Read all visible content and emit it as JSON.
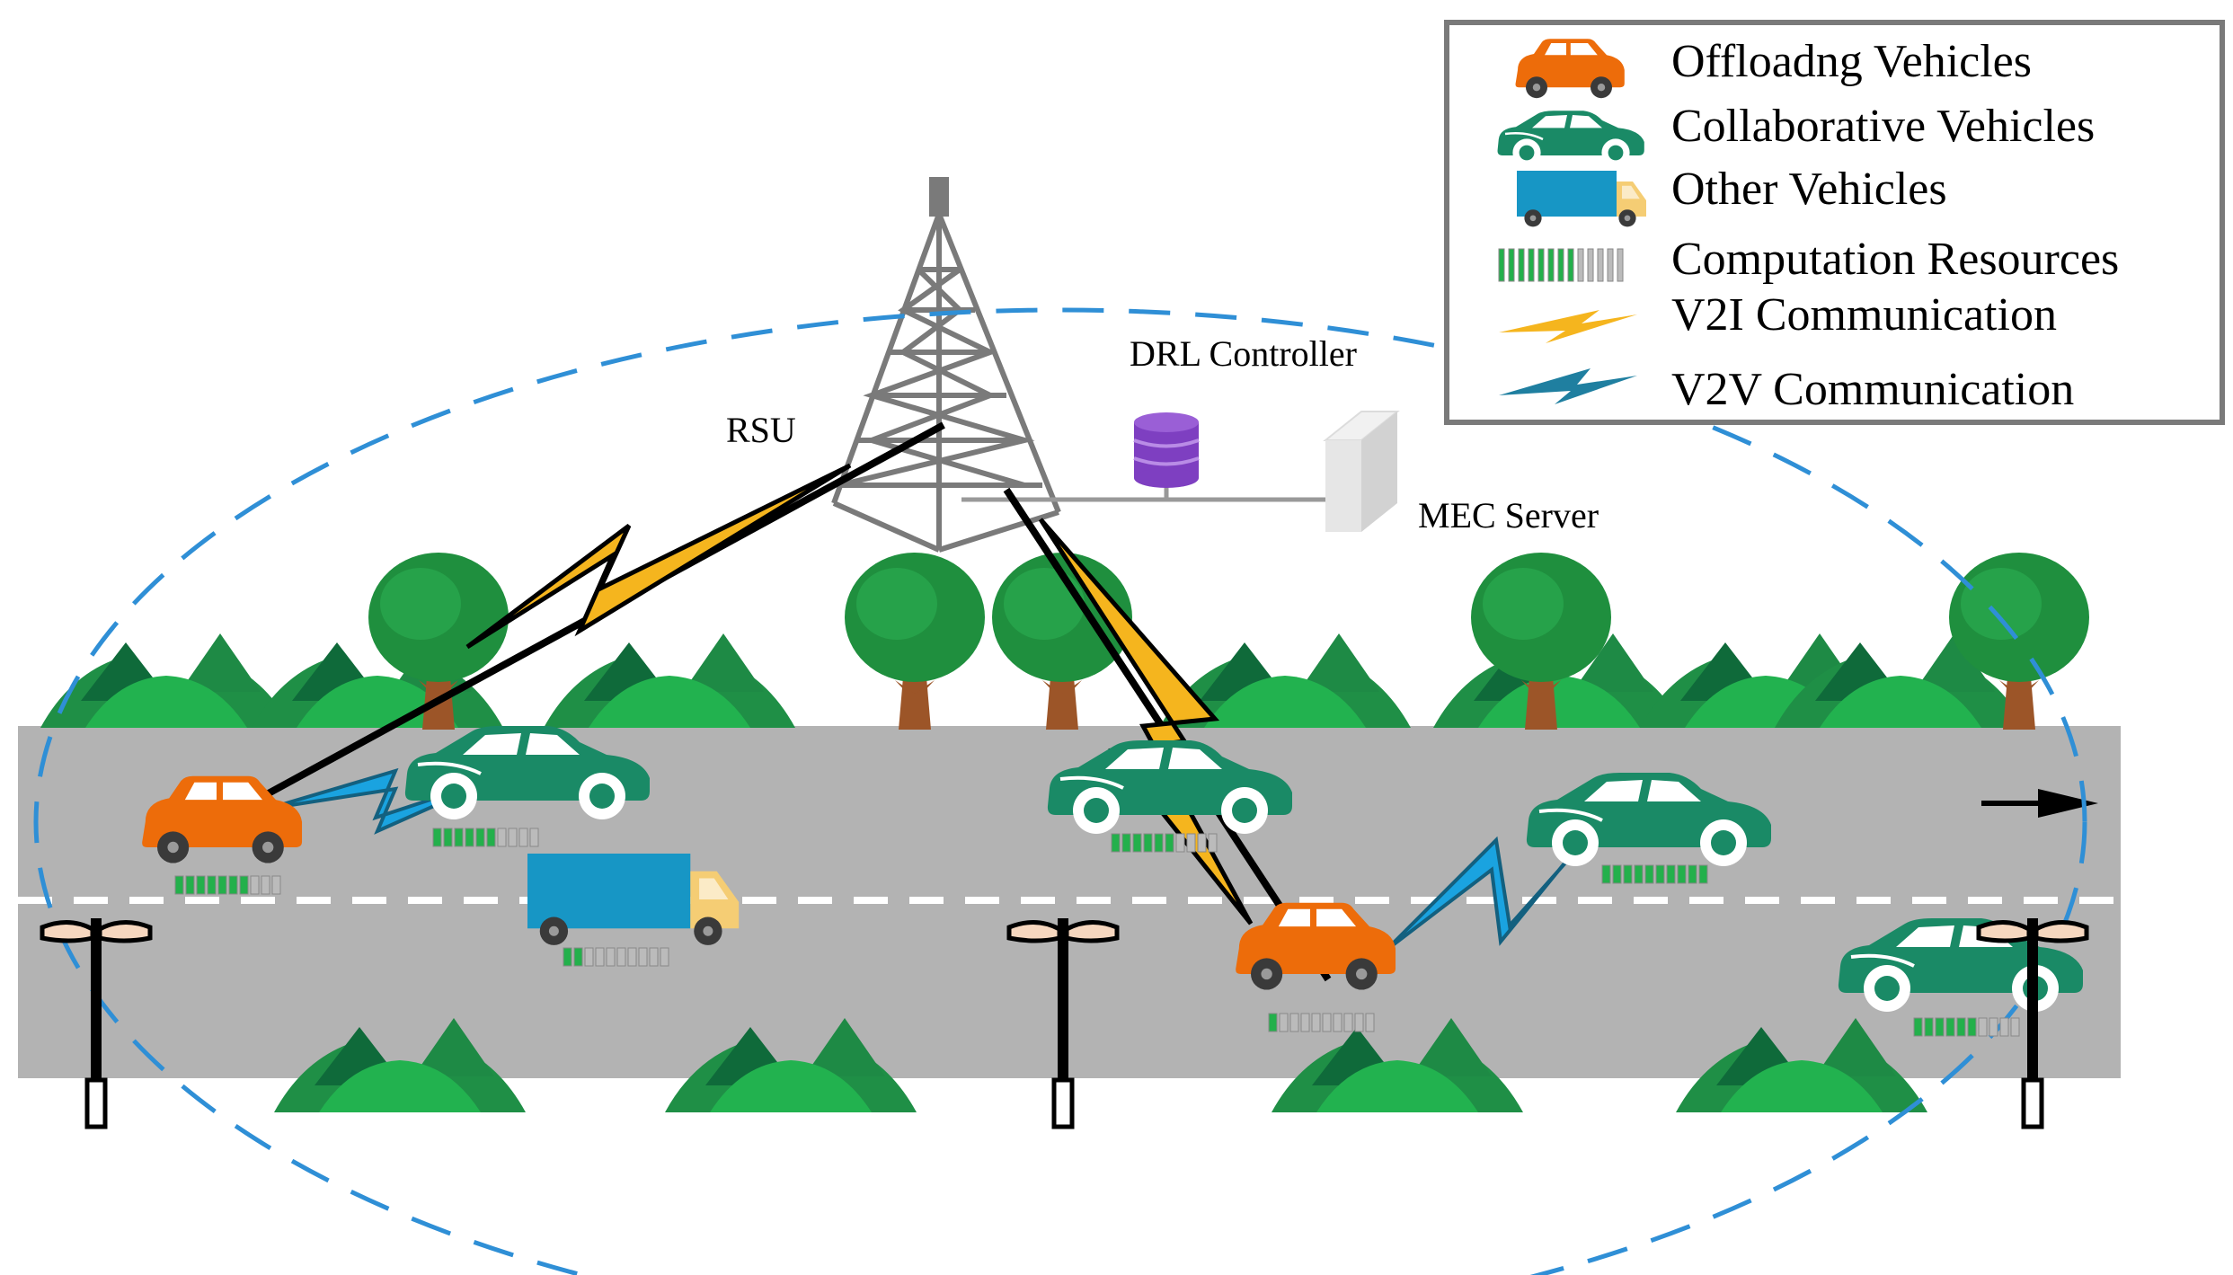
{
  "labels": {
    "rsu": "RSU",
    "drl_controller": "DRL Controller",
    "mec_server": "MEC Server"
  },
  "legend": {
    "items": [
      {
        "icon": "offloading-car-icon",
        "label": "Offloadng Vehicles"
      },
      {
        "icon": "collaborative-car-icon",
        "label": "Collaborative Vehicles"
      },
      {
        "icon": "truck-icon",
        "label": "Other Vehicles"
      },
      {
        "icon": "resource-bar-icon",
        "label": "Computation Resources"
      },
      {
        "icon": "v2i-bolt-icon",
        "label": "V2I Communication"
      },
      {
        "icon": "v2v-bolt-icon",
        "label": "V2V Communication"
      }
    ]
  },
  "resources": {
    "offload_car_1": {
      "used": 7,
      "total": 10
    },
    "collab_car_1": {
      "used": 6,
      "total": 10
    },
    "truck": {
      "used": 2,
      "total": 10
    },
    "collab_car_2": {
      "used": 6,
      "total": 10
    },
    "offload_car_2": {
      "used": 1,
      "total": 10
    },
    "collab_car_3": {
      "used": 10,
      "total": 10
    },
    "collab_car_4": {
      "used": 6,
      "total": 10
    }
  },
  "colors": {
    "road": "#b3b3b3",
    "lane_marking": "#ffffff",
    "offloading_vehicle": "#ed6c0a",
    "collaborative_vehicle": "#1a8a66",
    "other_vehicle": "#1796c5",
    "truck_cab": "#f5cd74",
    "v2i": "#f5b51e",
    "v2v": "#1aa3e0",
    "coverage": "#2f8fd6",
    "resource_used": "#23b04b",
    "resource_free": "#bbbbbb",
    "drl_controller": "#7e3fc1"
  }
}
